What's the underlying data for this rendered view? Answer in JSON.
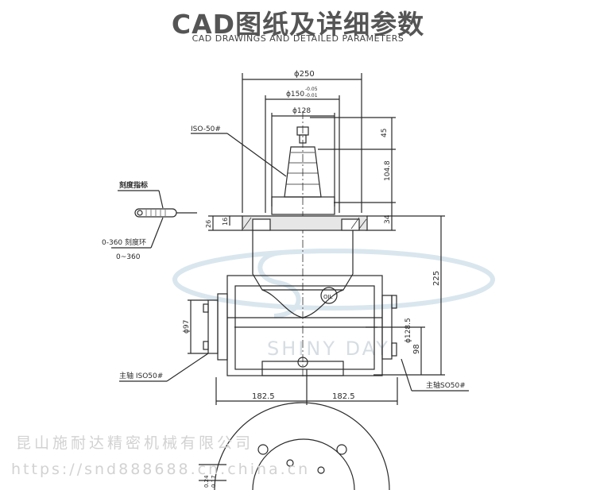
{
  "header": {
    "title": "CAD图纸及详细参数",
    "subtitle": "CAD DRAWINGS AND DETAILED PARAMETERS"
  },
  "drawing": {
    "dims": {
      "d250": "ϕ250",
      "d150": "ϕ150",
      "d150_tol_upper": "-0.05",
      "d150_tol_lower": "-0.01",
      "d128": "ϕ128",
      "d97": "ϕ97",
      "d128_5": "ϕ128.5",
      "h45": "45",
      "h104_8": "104.8",
      "h34": "34",
      "h225": "225",
      "h98": "98",
      "h26": "26",
      "h16": "16",
      "w182_5_left": "182.5",
      "w182_5_right": "182.5",
      "bottom_dim_a": "0.24",
      "bottom_dim_b": "0.17"
    },
    "labels": {
      "iso50_top": "ISO-50#",
      "scale_indicator": "刻度指标",
      "ring_label": "0-360 刻度环",
      "ring_value": "0~360",
      "main_shaft_left": "主轴 ISO50#",
      "main_shaft_right": "主轴SO50#",
      "oil": "OIL"
    }
  },
  "watermark": {
    "brand_text": "SHINY DAY",
    "company": "昆山施耐达精密机械有限公司",
    "url": "https://snd888688.cn.china.cn"
  },
  "colors": {
    "line": "#2a2a2a",
    "title": "#555555",
    "watermark": "#d2d2d2",
    "watermark_blue": "#d9e6ee"
  }
}
